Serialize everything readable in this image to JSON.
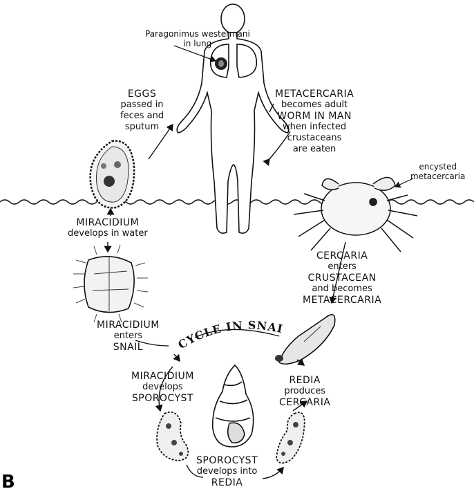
{
  "panel_letter": "B",
  "cycle_label": "CYCLE IN SNAIL",
  "labels": {
    "lung_title": "Paragonimus westermani",
    "lung_sub": "in lung",
    "eggs_1": "EGGS",
    "eggs_2": "passed in",
    "eggs_3": "feces and",
    "eggs_4": "sputum",
    "meta_1": "METACERCARIA",
    "meta_2": "becomes adult",
    "meta_3": "WORM IN MAN",
    "meta_4": "when infected",
    "meta_5": "crustaceans",
    "meta_6": "are eaten",
    "encyst_1": "encysted",
    "encyst_2": "metacercaria",
    "mirw_1": "MIRACIDIUM",
    "mirw_2": "develops in water",
    "cerc_1": "CERCARIA",
    "cerc_2": "enters",
    "cerc_3": "CRUSTACEAN",
    "cerc_4": "and becomes",
    "cerc_5": "METACERCARIA",
    "mirs_1": "MIRACIDIUM",
    "mirs_2": "enters",
    "mirs_3": "SNAIL",
    "mird_1": "MIRACIDIUM",
    "mird_2": "develops",
    "mird_3": "SPOROCYST",
    "redia_1": "REDIA",
    "redia_2": "produces",
    "redia_3": "CERCARIA",
    "spor_1": "SPOROCYST",
    "spor_2": "develops into",
    "spor_3": "REDIA"
  }
}
